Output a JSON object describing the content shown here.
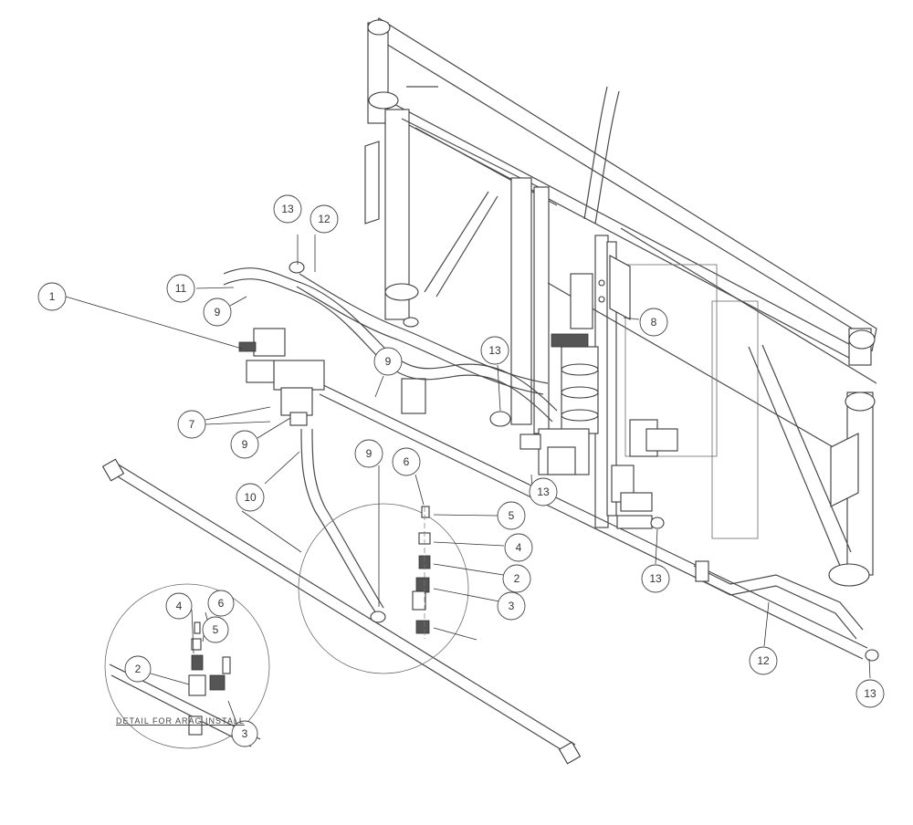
{
  "caption": "DETAIL FOR ARAG INSTALL",
  "callouts": [
    {
      "id": "b1",
      "label": "1"
    },
    {
      "id": "b11",
      "label": "11"
    },
    {
      "id": "b13a",
      "label": "13"
    },
    {
      "id": "b12a",
      "label": "12"
    },
    {
      "id": "b9a",
      "label": "9"
    },
    {
      "id": "b9b",
      "label": "9"
    },
    {
      "id": "b7",
      "label": "7"
    },
    {
      "id": "b9c",
      "label": "9"
    },
    {
      "id": "b10",
      "label": "10"
    },
    {
      "id": "b13b",
      "label": "13"
    },
    {
      "id": "b8",
      "label": "8"
    },
    {
      "id": "b9d",
      "label": "9"
    },
    {
      "id": "b6a",
      "label": "6"
    },
    {
      "id": "b5a",
      "label": "5"
    },
    {
      "id": "b4a",
      "label": "4"
    },
    {
      "id": "b2a",
      "label": "2"
    },
    {
      "id": "b3a",
      "label": "3"
    },
    {
      "id": "b13c",
      "label": "13"
    },
    {
      "id": "b13d",
      "label": "13"
    },
    {
      "id": "b12b",
      "label": "12"
    },
    {
      "id": "b13e",
      "label": "13"
    },
    {
      "id": "b6b",
      "label": "6"
    },
    {
      "id": "b5b",
      "label": "5"
    },
    {
      "id": "b4b",
      "label": "4"
    },
    {
      "id": "b2b",
      "label": "2"
    },
    {
      "id": "b3b",
      "label": "3"
    }
  ]
}
